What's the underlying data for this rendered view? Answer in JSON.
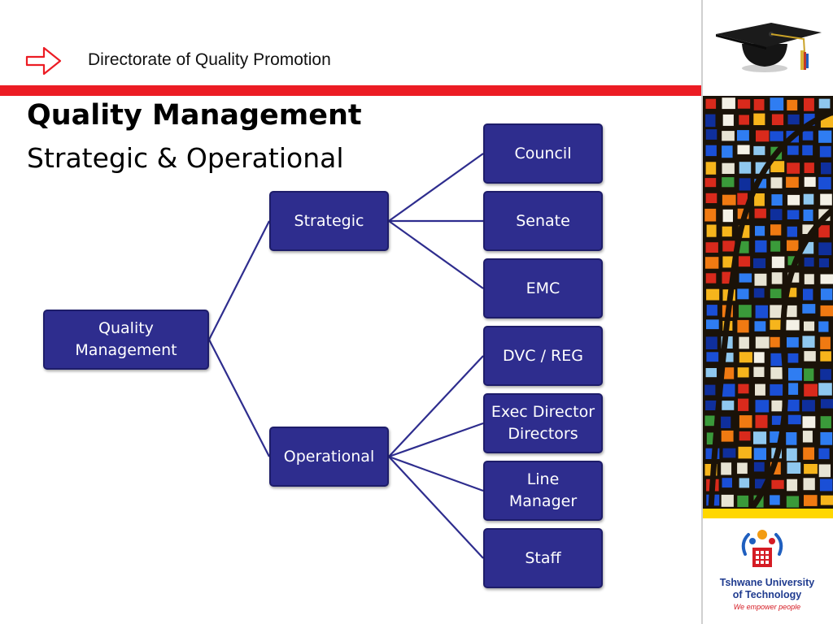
{
  "header": {
    "directorate": "Directorate of Quality Promotion",
    "title": "Quality Management",
    "subtitle": "Strategic & Operational",
    "accent_color": "#ec1c24"
  },
  "diagram": {
    "type": "tree",
    "node_color": "#2e2d8e",
    "edge_color": "#2e2d8e",
    "root": {
      "id": "qm",
      "label": "Quality\nManagement"
    },
    "branches": [
      {
        "id": "strategic",
        "label": "Strategic",
        "children": [
          {
            "id": "council",
            "label": "Council"
          },
          {
            "id": "senate",
            "label": "Senate"
          },
          {
            "id": "emc",
            "label": "EMC"
          }
        ]
      },
      {
        "id": "operational",
        "label": "Operational",
        "children": [
          {
            "id": "dvc-reg",
            "label": "DVC / REG"
          },
          {
            "id": "exec-director",
            "label": "Exec Director\nDirectors"
          },
          {
            "id": "line-manager",
            "label": "Line\nManager"
          },
          {
            "id": "staff",
            "label": "Staff"
          }
        ]
      }
    ]
  },
  "sidebar": {
    "top_icon": "graduation-cap-icon",
    "image": "stained-glass-window",
    "logo_icon": "tut-logo-icon",
    "university_name": "Tshwane University\nof Technology",
    "tagline": "We empower people",
    "accent_yellow": "#ffd700"
  }
}
